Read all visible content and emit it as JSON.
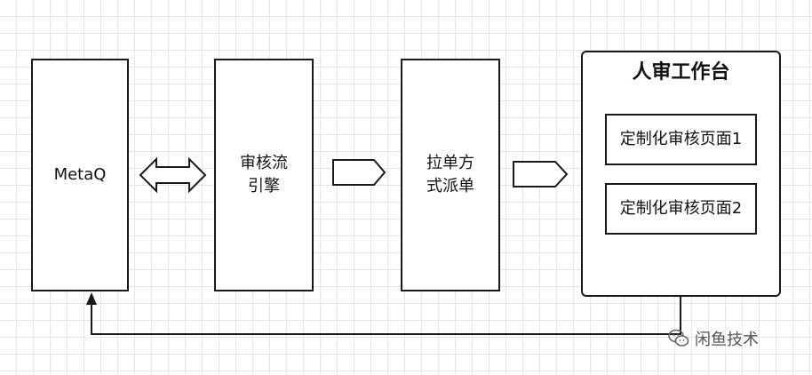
{
  "nodes": {
    "metaq": "MetaQ",
    "engine": "审核流\n引擎",
    "dispatch": "拉单方\n式派单",
    "workbench": {
      "title": "人审工作台",
      "pages": [
        "定制化审核页面1",
        "定制化审核页面2"
      ]
    }
  },
  "watermark": {
    "icon": "wechat-icon",
    "text": "闲鱼技术"
  }
}
